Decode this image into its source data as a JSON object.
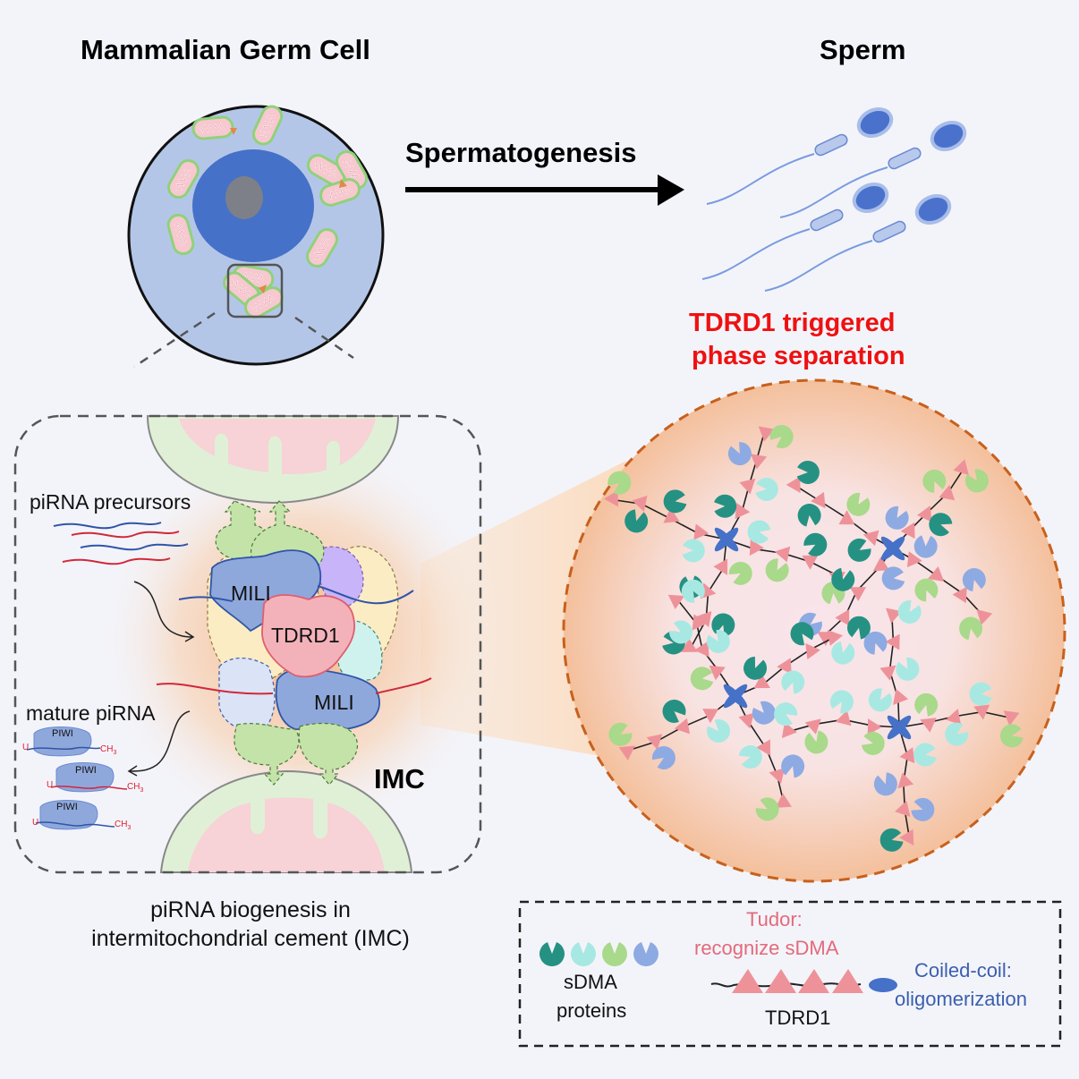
{
  "titles": {
    "germ_cell": "Mammalian Germ Cell",
    "sperm": "Sperm",
    "process": "Spermatogenesis",
    "phase_sep_line1": "TDRD1 triggered",
    "phase_sep_line2": "phase separation"
  },
  "imc_panel": {
    "precursors_label": "piRNA precursors",
    "mature_label": "mature piRNA",
    "mili_top": "MILI",
    "mili_bottom": "MILI",
    "tdrd1": "TDRD1",
    "imc": "IMC",
    "piwi": [
      "PIWI",
      "PIWI",
      "PIWI"
    ],
    "u_label": "U",
    "ch3_label": "CH",
    "ch3_sub": "3",
    "caption_line1": "piRNA biogenesis in",
    "caption_line2": "intermitochondrial cement  (IMC)"
  },
  "legend": {
    "sdma_label_line1": "sDMA",
    "sdma_label_line2": "proteins",
    "tudor_line1": "Tudor:",
    "tudor_line2": "recognize sDMA",
    "coiled_line1": "Coiled-coil:",
    "coiled_line2": "oligomerization",
    "tdrd1_label": "TDRD1"
  },
  "colors": {
    "background": "#f3f4fa",
    "title_red": "#ee1111",
    "tudor_pink": "#e36a7a",
    "coiled_blue": "#3a5fb0",
    "cell_cytoplasm": "#b4c6e8",
    "nucleus": "#4571c8",
    "nucleolus": "#7d8088",
    "mito_outer": "#dcefd2",
    "mito_inner": "#f6c9cf",
    "sdma_teal": "#259183",
    "sdma_cyan": "#a8e8e2",
    "sdma_green": "#a9d98a",
    "sdma_periwinkle": "#8eaae2",
    "triangle_pink": "#ee929a",
    "droplet_border": "#c8601c"
  }
}
